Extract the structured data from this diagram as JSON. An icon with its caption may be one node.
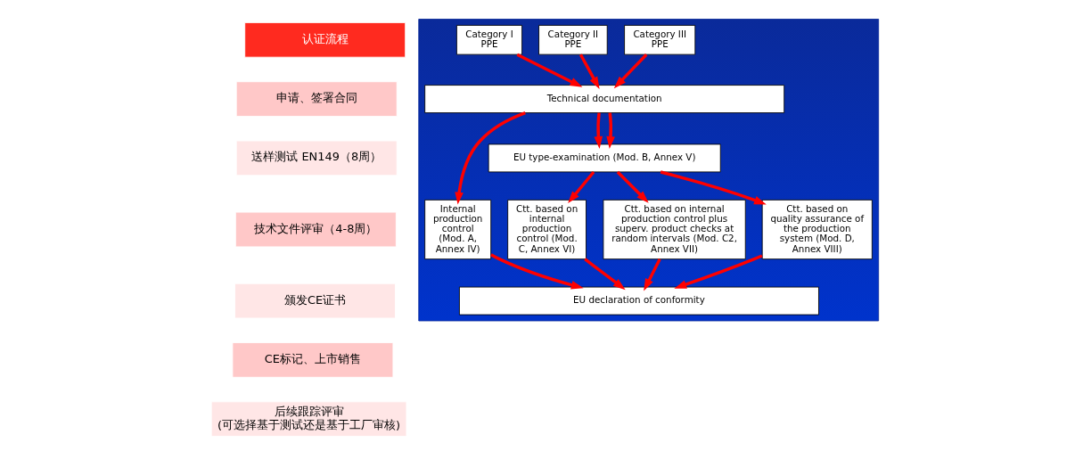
{
  "diagram": {
    "nodes": [
      {
        "text": [
          "认证流程"
        ]
      },
      {
        "text": [
          "申请、签署合同"
        ]
      },
      {
        "text": [
          "送样测试 EN149（8周）"
        ]
      },
      {
        "text": [
          "技术文件评审（4-8周）"
        ]
      },
      {
        "text": [
          "颁发CE证书"
        ]
      },
      {
        "text": [
          "CE标记、上市销售"
        ]
      },
      {
        "text": [
          "后续跟踪评审 (可选择基于测试还是基于工厂审核)"
        ]
      },
      {
        "text": [],
        "shape": "box"
      },
      {
        "text": [
          "Category I PPE"
        ],
        "in": 7
      },
      {
        "text": [
          "Category II PPE"
        ],
        "in": 7
      },
      {
        "text": [
          "Category III PPE"
        ],
        "in": 7
      },
      {
        "text": [
          "Technical documentation"
        ],
        "in": 7
      },
      {
        "text": [
          "EU type-examination (Mod. B, Annex V)"
        ],
        "in": 7
      },
      {
        "text": [
          "Internal production control (Mod. A, Annex IV)"
        ],
        "in": 7
      },
      {
        "text": [
          "Ctt. based on internal production control (Mod. C, Annex VI)"
        ],
        "in": 7
      },
      {
        "text": [
          "Ctt. based on internal production control plus superv. product checks at random intervals (Mod. C2, Annex VII)"
        ],
        "in": 7
      },
      {
        "text": [
          "Ctt. based on quality assurance of the production system (Mod. D, Annex VIII)"
        ],
        "in": 7
      },
      {
        "text": [
          "EU declaration of conformity"
        ],
        "in": 7
      }
    ],
    "edges": [
      {
        "from": 8,
        "to": 11,
        "arrow": "to"
      },
      {
        "from": 9,
        "to": 11,
        "arrow": "to"
      },
      {
        "from": 10,
        "to": 11,
        "arrow": "to"
      },
      {
        "from": 11,
        "to": 13,
        "arrow": "to"
      },
      {
        "from": 11,
        "to": 12,
        "arrow": "to"
      },
      {
        "from": 11,
        "to": 12,
        "arrow": "to"
      },
      {
        "from": 12,
        "to": 14,
        "arrow": "to"
      },
      {
        "from": 12,
        "to": 15,
        "arrow": "to"
      },
      {
        "from": 12,
        "to": 16,
        "arrow": "to"
      },
      {
        "from": 13,
        "to": 17,
        "arrow": "to"
      },
      {
        "from": 14,
        "to": 17,
        "arrow": "to"
      },
      {
        "from": 15,
        "to": 17,
        "arrow": "to"
      },
      {
        "from": 16,
        "to": 17,
        "arrow": "to"
      }
    ]
  }
}
